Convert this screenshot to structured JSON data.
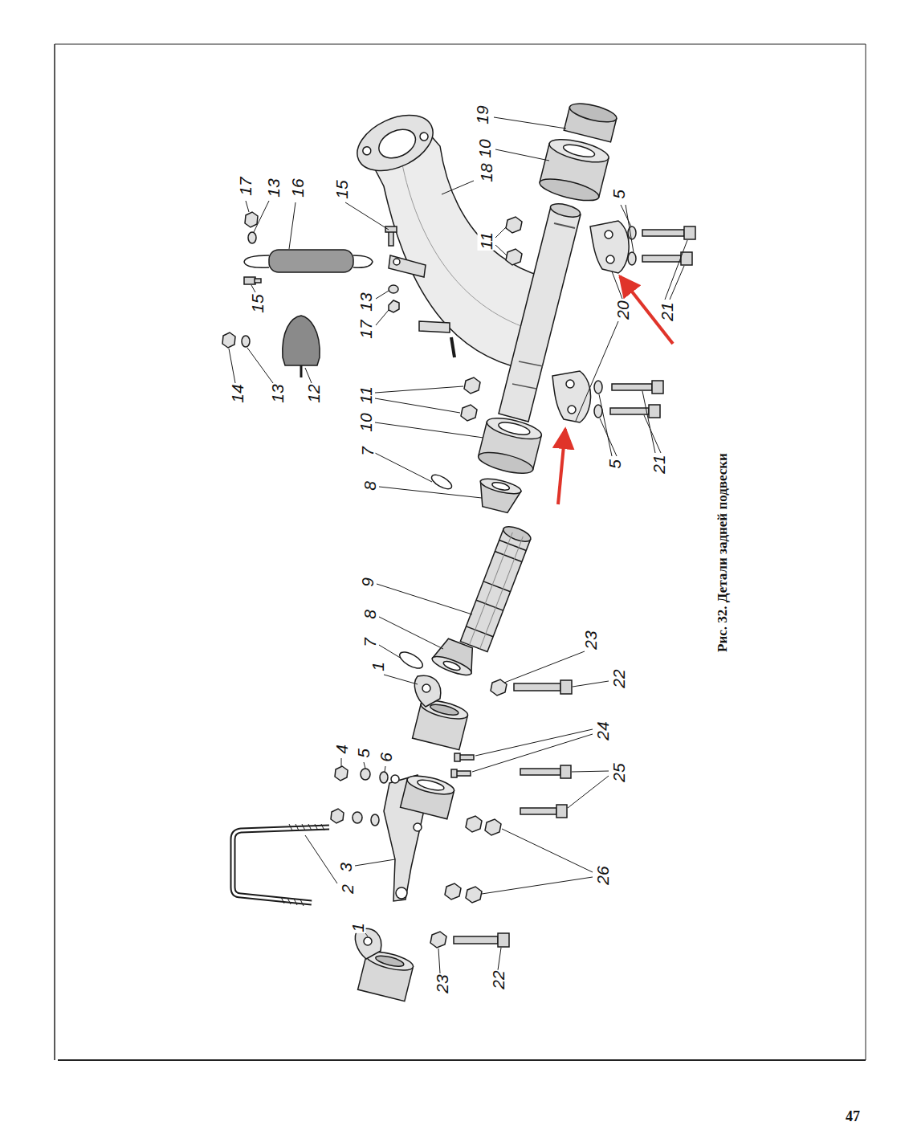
{
  "diagram": {
    "caption": "Рис. 32. Детали задней подвески",
    "labels": [
      "17",
      "13",
      "16",
      "15",
      "19",
      "10",
      "18",
      "5",
      "11",
      "15",
      "13",
      "17",
      "20",
      "21",
      "14",
      "13",
      "12",
      "11",
      "10",
      "7",
      "8",
      "5",
      "21",
      "9",
      "8",
      "7",
      "23",
      "1",
      "22",
      "24",
      "4",
      "5",
      "6",
      "25",
      "3",
      "26",
      "2",
      "1",
      "23",
      "22",
      "47"
    ]
  }
}
